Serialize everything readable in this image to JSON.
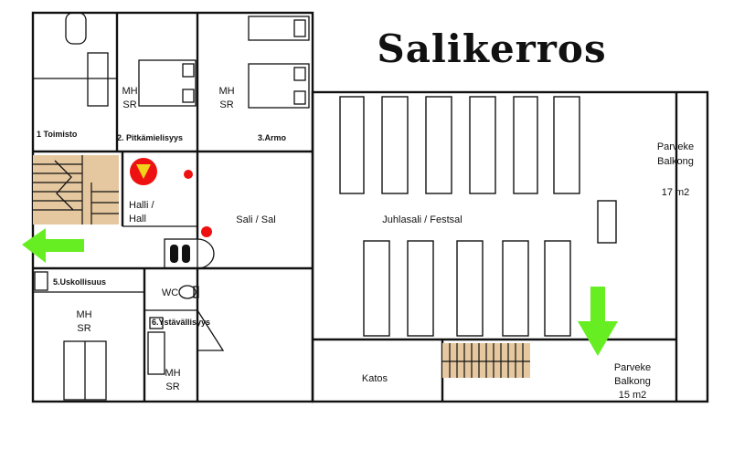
{
  "title": "Salikerros",
  "rooms": {
    "toimisto": "1 Toimisto",
    "pitkamielisyys": "2. Pitkämielisyys",
    "armo": "3.Armo",
    "mh_sr_1": [
      "MH",
      "SR"
    ],
    "mh_sr_2": [
      "MH",
      "SR"
    ],
    "halli": [
      "Halli /",
      "Hall"
    ],
    "sali": "Sali / Sal",
    "juhlasali": "Juhlasali / Festsal",
    "parveke_top": [
      "Parveke",
      "Balkong",
      "17 m2"
    ],
    "uskollisuus": "5.Uskollisuus",
    "wc": "WC",
    "mh_sr_3": [
      "MH",
      "SR"
    ],
    "ystavallisyys": "6.Ystävällisyys",
    "mh_sr_4": [
      "MH",
      "SR"
    ],
    "katos": "Katos",
    "parveke_bottom": [
      "Parveke",
      "Balkong",
      "15 m2"
    ]
  },
  "colors": {
    "exit_arrow": "#66ee22",
    "marker_red": "#ee1111",
    "marker_yellow": "#f2d21a",
    "stairs": "#e6c8a0"
  },
  "icons": {
    "exit": "exit-arrow-icon",
    "assembly": "assembly-point-icon",
    "marker": "red-dot-icon"
  }
}
